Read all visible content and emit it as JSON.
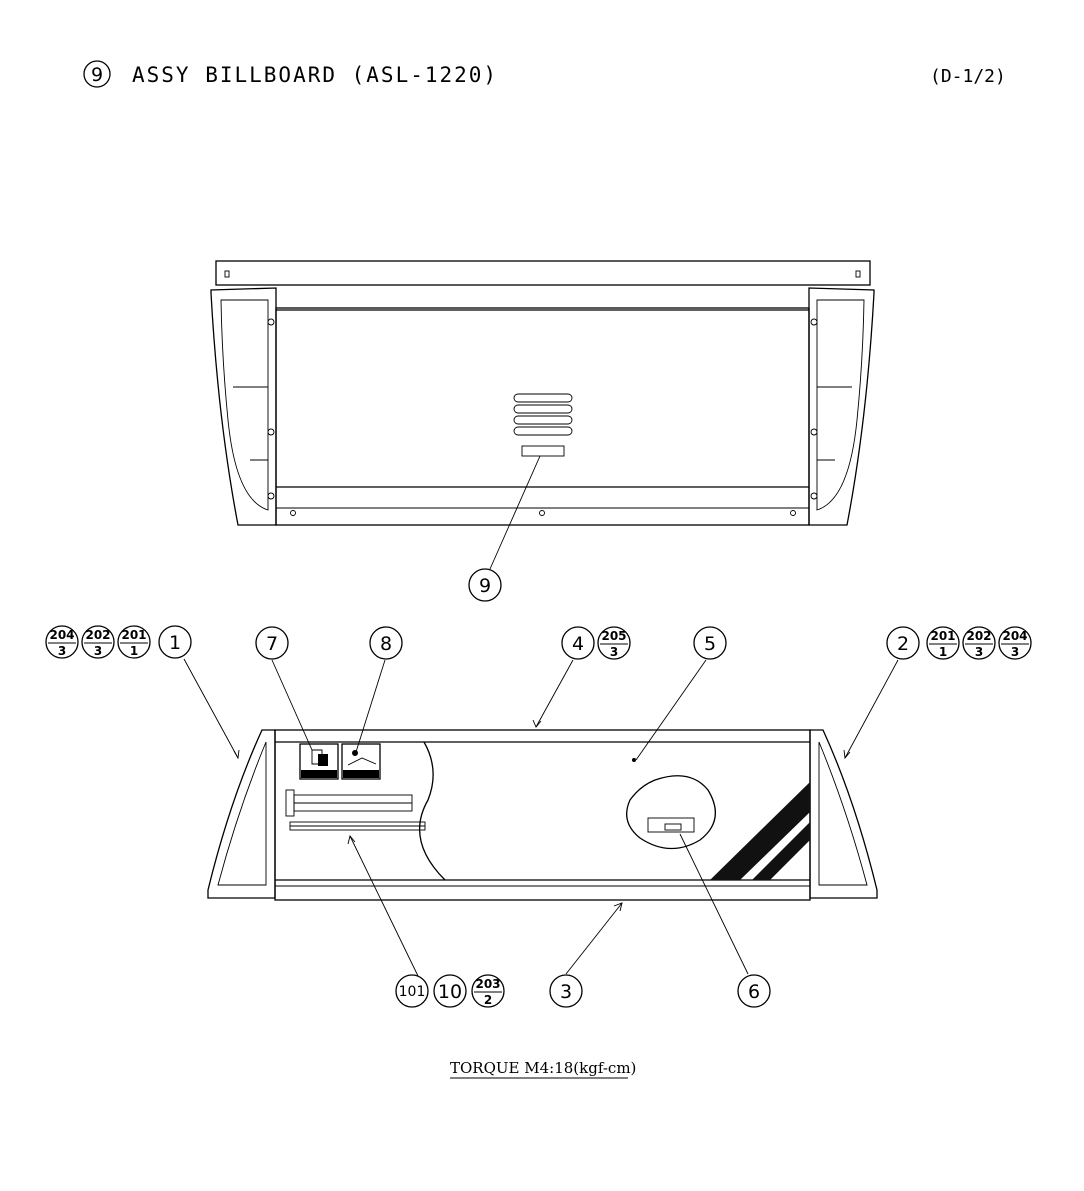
{
  "header": {
    "item_number": "9",
    "title": "ASSY BILLBOARD (ASL-1220)",
    "page_ref": "(D-1/2)"
  },
  "footer": {
    "torque_note": "TORQUE M4:18(kgf-cm)"
  },
  "callouts": {
    "c1": "1",
    "c2": "2",
    "c3": "3",
    "c4": "4",
    "c5": "5",
    "c6": "6",
    "c7": "7",
    "c8": "8",
    "c9": "9",
    "c10": "10",
    "c101": "101"
  },
  "fractions": {
    "left_204": {
      "num": "204",
      "den": "3"
    },
    "left_202": {
      "num": "202",
      "den": "3"
    },
    "left_201": {
      "num": "201",
      "den": "1"
    },
    "right_201": {
      "num": "201",
      "den": "1"
    },
    "right_202": {
      "num": "202",
      "den": "3"
    },
    "right_204": {
      "num": "204",
      "den": "3"
    },
    "top_205": {
      "num": "205",
      "den": "3"
    },
    "bottom_203": {
      "num": "203",
      "den": "2"
    }
  }
}
